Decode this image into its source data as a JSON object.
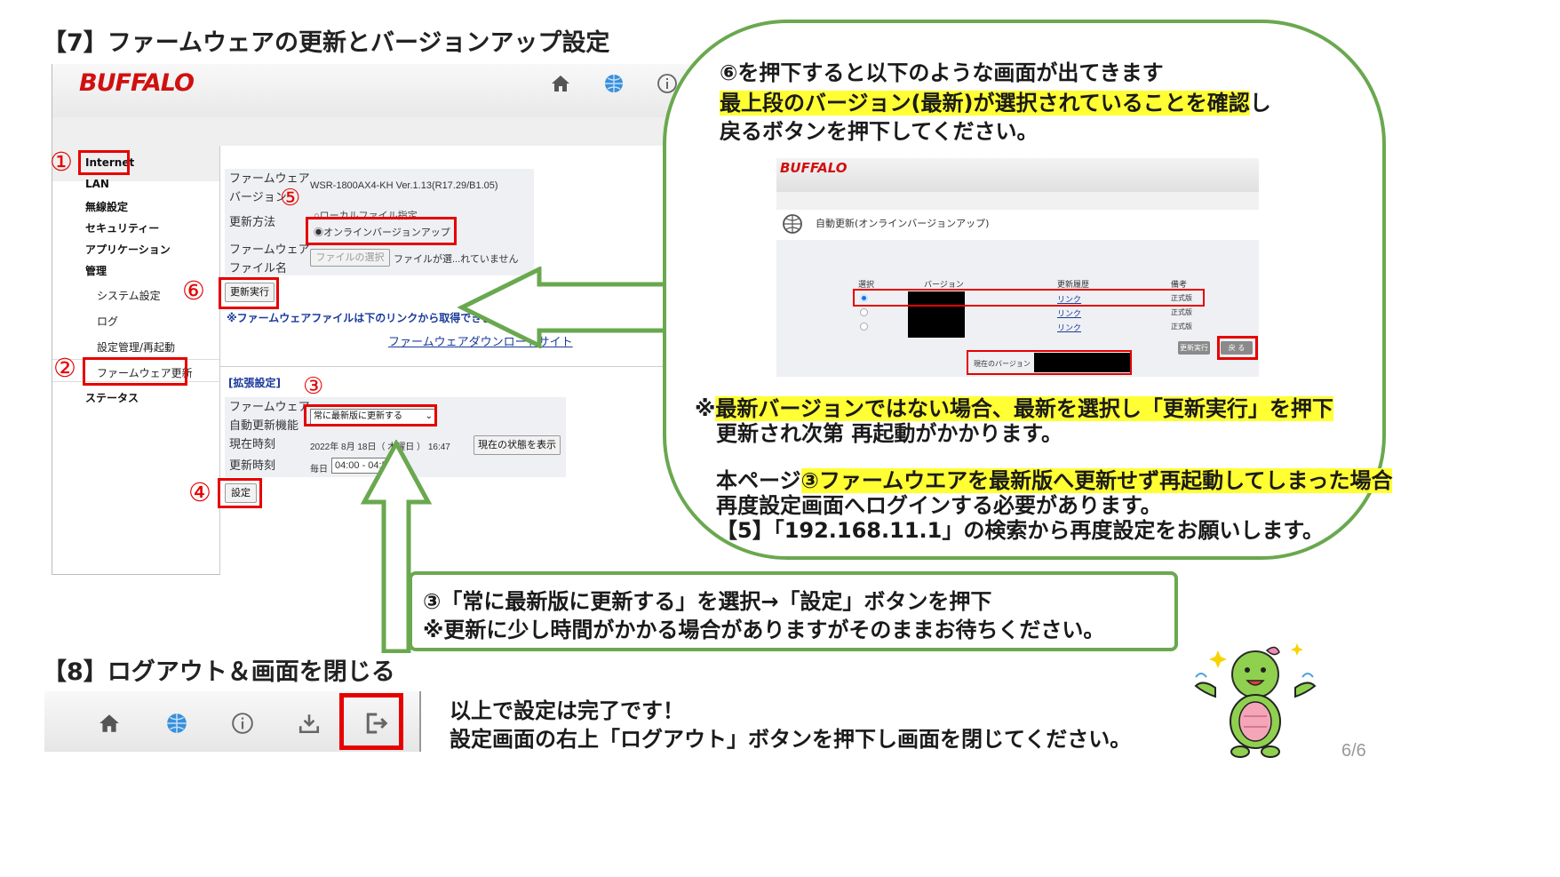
{
  "section7_title": "【7】ファームウェアの更新とバージョンアップ設定",
  "section8_title": "【8】ログアウト＆画面を閉じる",
  "router_ui": {
    "brand": "BUFFALO",
    "menu": [
      "Internet",
      "LAN",
      "無線設定",
      "セキュリティー",
      "アプリケーション",
      "管理"
    ],
    "submenu": [
      "システム設定",
      "ログ",
      "設定管理/再起動",
      "ファームウェア更新"
    ],
    "status_menu": "ステータス",
    "firmware_version_label_1": "ファームウェア",
    "firmware_version_label_2": "バージョン",
    "firmware_version_value": "WSR-1800AX4-KH Ver.1.13(R17.29/B1.05)",
    "update_method_label": "更新方法",
    "update_option_local": "ローカルファイル指定",
    "update_option_online": "オンラインバージョンアップ",
    "firmware_file_label_1": "ファームウェア",
    "firmware_file_label_2": "ファイル名",
    "file_select_button": "ファイルの選択",
    "file_status": "ファイルが選...れていません",
    "update_run_button": "更新実行",
    "firmware_note": "※ファームウェアファイルは下のリンクから取得できます。",
    "download_link": "ファームウェアダウンロードサイト",
    "extended_settings": "[拡張設定]",
    "auto_update_label_1": "ファームウェア",
    "auto_update_label_2": "自動更新機能",
    "auto_update_select": "常に最新版に更新する",
    "current_time_label": "現在時刻",
    "current_time_value": "2022年 8月 18日（ 木曜日 ） 16:47",
    "show_status_button": "現在の状態を表示",
    "update_time_label": "更新時刻",
    "update_time_prefix": "毎日",
    "update_time_value": "04:00 - 04:5",
    "settings_button": "設定"
  },
  "step_numbers": {
    "n1": "①",
    "n2": "②",
    "n3": "③",
    "n4": "④",
    "n5": "⑤",
    "n6": "⑥"
  },
  "bubble": {
    "line1": "⑥を押下すると以下のような画面が出てきます",
    "line2_highlight": "最上段のバージョン(最新)が選択されていることを確認",
    "line2_rest": "し",
    "line3": "戻るボタンを押下してください。",
    "inner_brand": "BUFFALO",
    "inner_title": "自動更新(オンラインバージョンアップ)",
    "col_select": "選択",
    "col_version": "バージョン",
    "col_history": "更新履歴",
    "col_note": "備考",
    "rows": [
      {
        "history": "リンク",
        "note": "正式版"
      },
      {
        "history": "リンク",
        "note": "正式版"
      },
      {
        "history": "リンク",
        "note": "正式版"
      }
    ],
    "inner_update_button": "更新実行",
    "inner_back_button": "戻 る",
    "current_version_label": "現在のバージョン",
    "note1_mark": "※",
    "note1_highlight": "最新バージョンではない場合、最新を選択し「更新実行」を押下",
    "note1_line2": "更新され次第 再起動がかかります。",
    "note2_prefix": "本ページ",
    "note2_highlight": "③ファームウエアを最新版へ更新せず再起動してしまった場合",
    "note2_line2": "再度設定画面へログインする必要があります。",
    "note2_line3": "【5】「192.168.11.1」の検索から再度設定をお願いします。"
  },
  "step3_box": {
    "line1": "③「常に最新版に更新する」を選択→「設定」ボタンを押下",
    "line2": "※更新に少し時間がかかる場合がありますがそのままお待ちください。"
  },
  "completion": {
    "line1": "以上で設定は完了です！",
    "line2": "設定画面の右上「ログアウト」ボタンを押下し画面を閉じてください。"
  },
  "page_number": "6/6",
  "colors": {
    "accent_red": "#e60000",
    "green_border": "#6aa84f",
    "highlight_yellow": "#ffff33",
    "link_blue": "#1a3a9a"
  },
  "icons": [
    "home-icon",
    "globe-icon",
    "info-icon",
    "download-icon",
    "logout-icon"
  ]
}
